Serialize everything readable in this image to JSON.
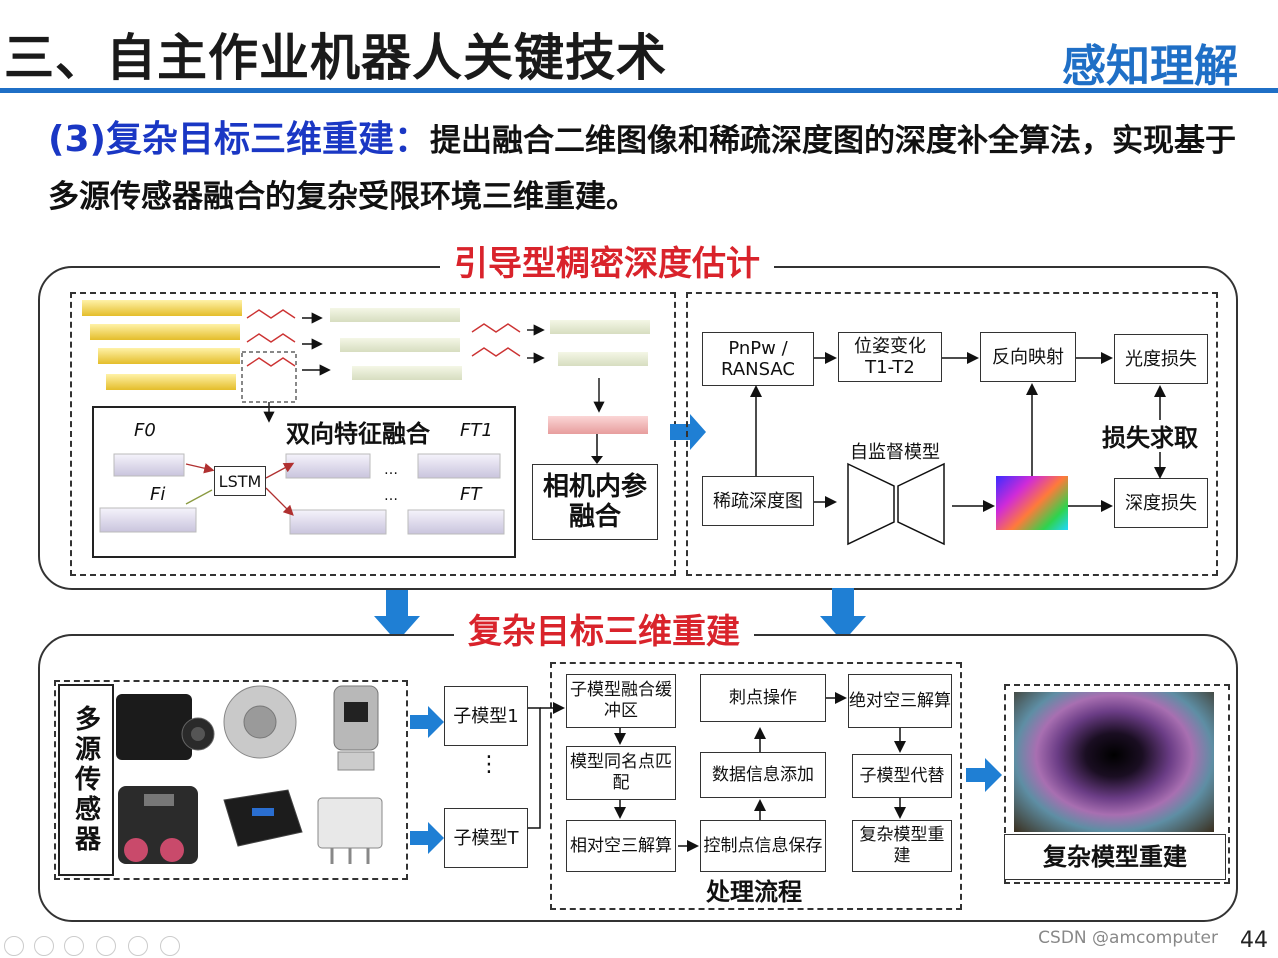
{
  "title": "三、自主作业机器人关键技术",
  "section_tag": "感知理解",
  "description": {
    "heading": "(3)复杂目标三维重建：",
    "text": "提出融合二维图像和稀疏深度图的深度补全算法，实现基于多源传感器融合的复杂受限环境三维重建。"
  },
  "panel_top": {
    "title": "引导型稠密深度估计",
    "fusion_label": "双向特征融合",
    "lstm": "LSTM",
    "camera_fusion": "相机内参融合",
    "sym": {
      "f0": "F0",
      "fi": "Fi",
      "ft1": "FT1",
      "ft": "FT",
      "dots": "…"
    },
    "right": {
      "pnp": "PnPw / RANSAC",
      "pose": "位姿变化 T1-T2",
      "reproj": "反向映射",
      "photo_loss": "光度损失",
      "loss_calc": "损失求取",
      "self_sup": "自监督模型",
      "sparse_depth": "稀疏深度图",
      "depth_loss": "深度损失"
    }
  },
  "panel_bottom": {
    "title": "复杂目标三维重建",
    "sensors_label": "多源传感器",
    "submodel1": "子模型1",
    "submodelT": "子模型T",
    "vdots": "⋮",
    "process": {
      "fuse_buffer": "子模型融合缓冲区",
      "match": "模型同名点匹配",
      "relative": "相对空三解算",
      "puncture": "刺点操作",
      "add_info": "数据信息添加",
      "save_ctrl": "控制点信息保存",
      "absolute": "绝对空三解算",
      "replace": "子模型代替",
      "rebuild": "复杂模型重建",
      "flow_label": "处理流程"
    },
    "result_label": "复杂模型重建"
  },
  "watermark": "CSDN @amcomputer",
  "page_number": "44",
  "colors": {
    "blue": "#1f6fc6",
    "red": "#d9232b",
    "heading_blue": "#1a37c4"
  }
}
